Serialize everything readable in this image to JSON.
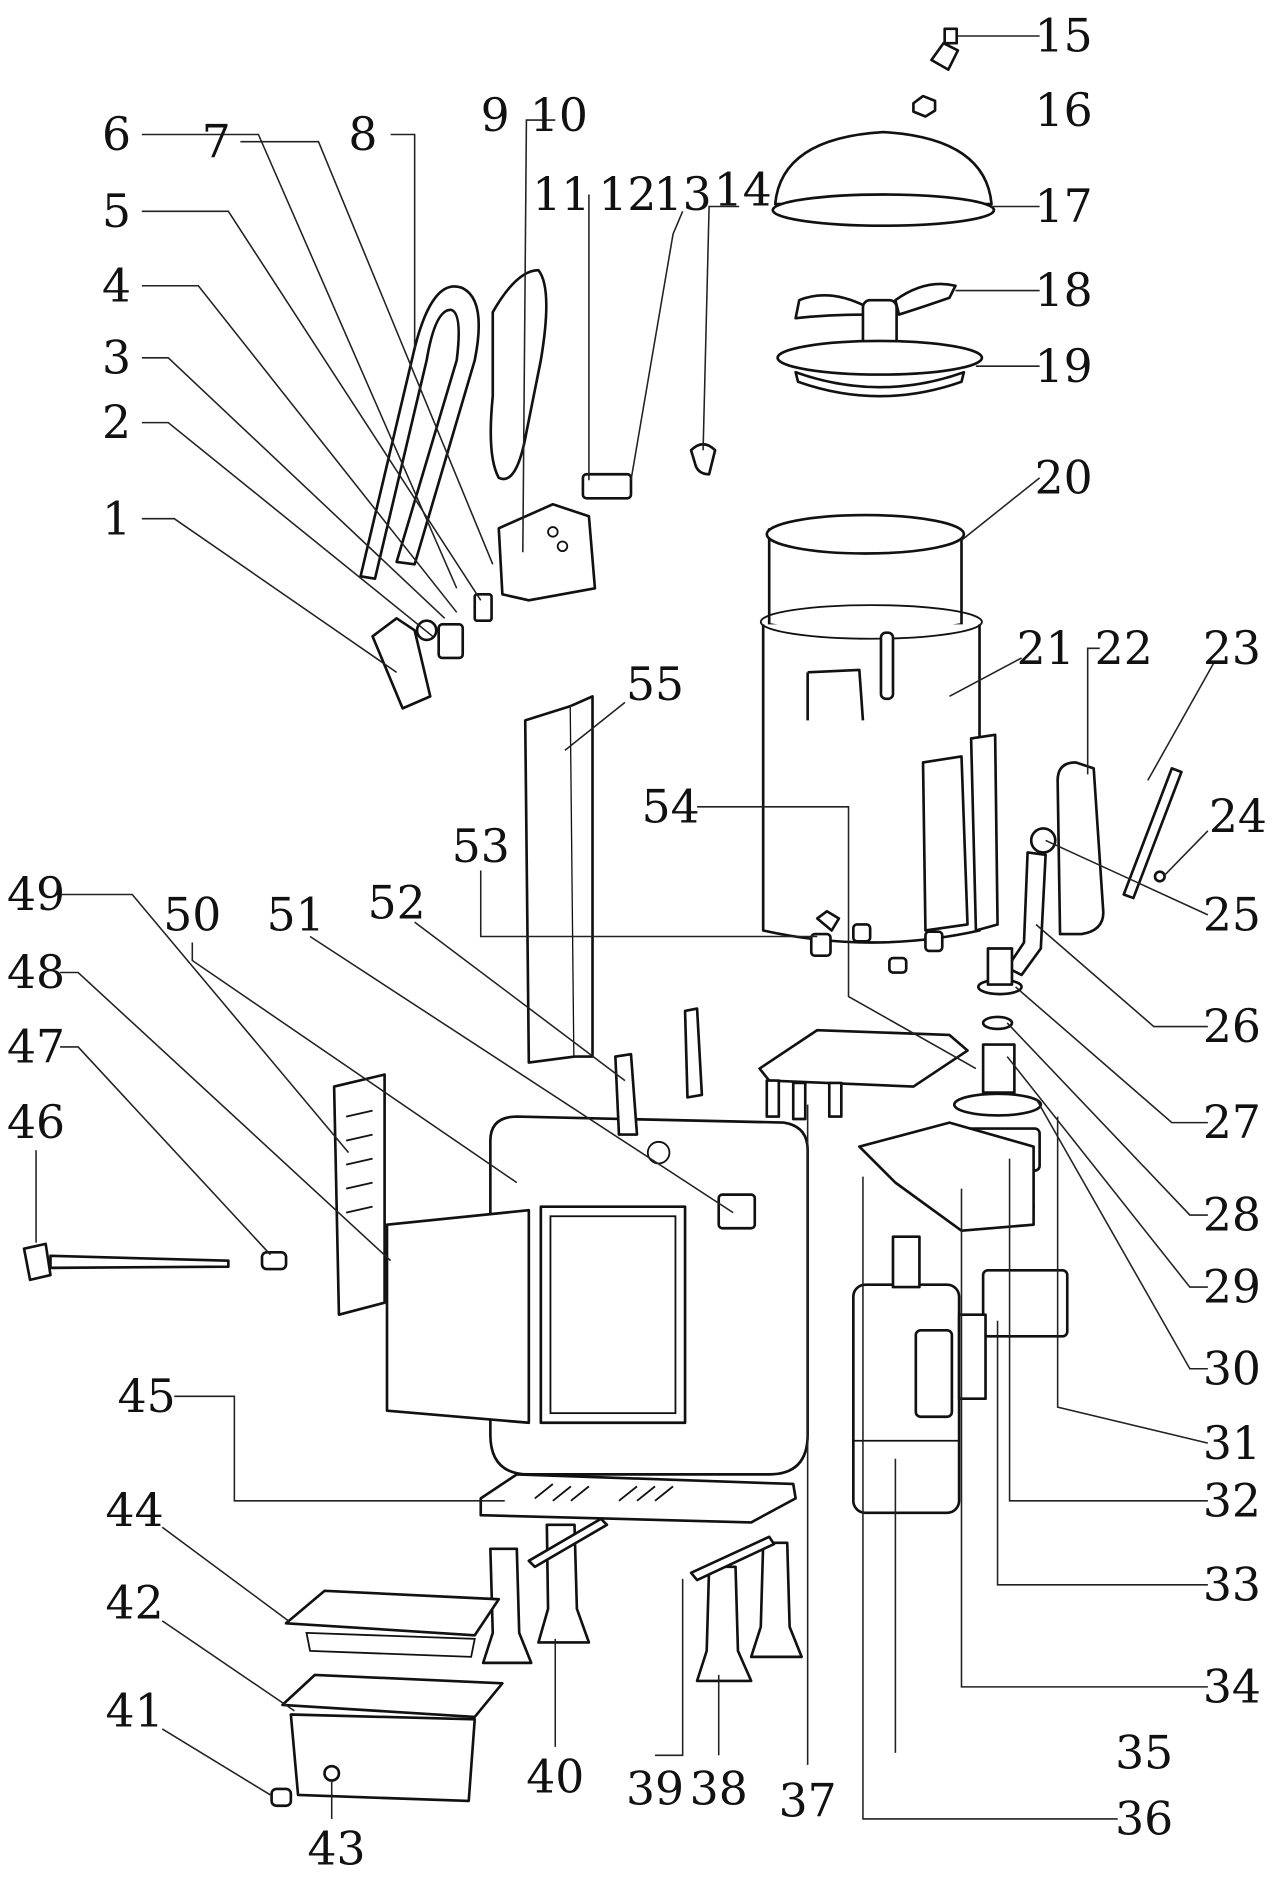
{
  "diagram": {
    "type": "exploded-parts-diagram",
    "line_color": "#111111",
    "background": "#ffffff",
    "part_numbers": [
      "1",
      "2",
      "3",
      "4",
      "5",
      "6",
      "7",
      "8",
      "9",
      "10",
      "11",
      "12",
      "13",
      "14",
      "15",
      "16",
      "17",
      "18",
      "19",
      "20",
      "21",
      "22",
      "23",
      "24",
      "25",
      "26",
      "27",
      "28",
      "29",
      "30",
      "31",
      "32",
      "33",
      "34",
      "35",
      "36",
      "37",
      "38",
      "39",
      "40",
      "41",
      "42",
      "43",
      "44",
      "45",
      "46",
      "47",
      "48",
      "49",
      "50",
      "51",
      "52",
      "53",
      "54",
      "55"
    ]
  }
}
